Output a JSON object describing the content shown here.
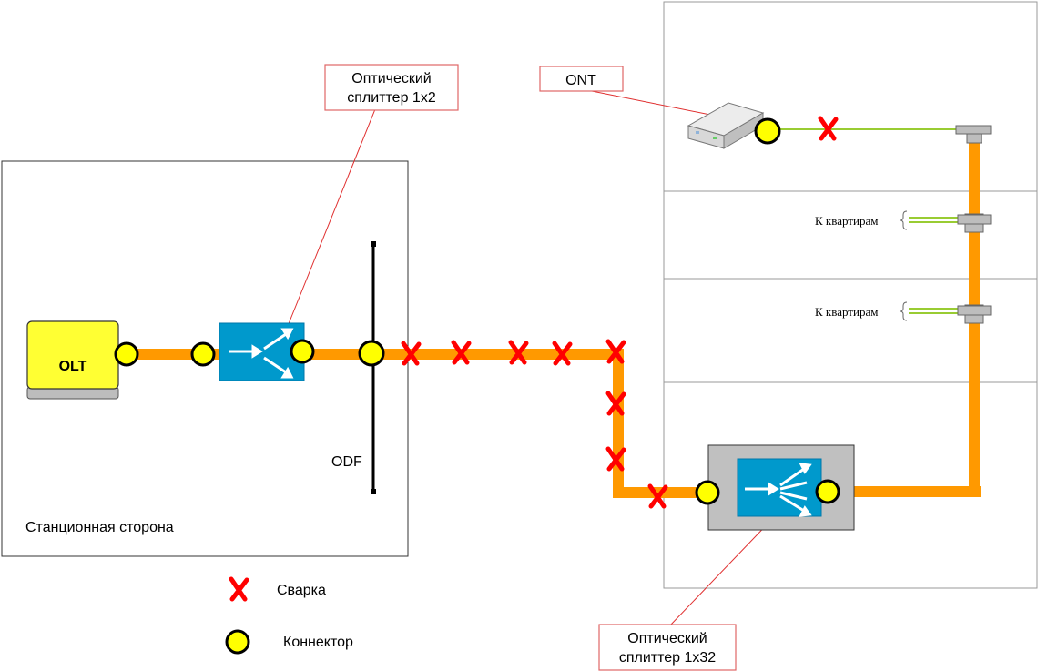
{
  "labels": {
    "olt": "OLT",
    "odf": "ODF",
    "station_side": "Станционная сторона",
    "ont": "ONT",
    "splitter_1x2_line1": "Оптический",
    "splitter_1x2_line2": "сплиттер 1x2",
    "splitter_1x32_line1": "Оптический",
    "splitter_1x32_line2": "сплиттер 1x32",
    "to_apartments_upper": "К квартирам",
    "to_apartments_lower": "К квартирам"
  },
  "legend": {
    "weld": "Сварка",
    "connector": "Коннектор"
  },
  "colors": {
    "trunk_fiber": "#FF9900",
    "drop_fiber": "#99CC33",
    "weld_mark": "#FF0000",
    "connector_fill": "#FFFF00",
    "olt_fill": "#FFFF33",
    "splitter_fill": "#0099CC",
    "splitter_box_fill": "#C0C0C0",
    "callout_border": "#E06666",
    "leader_line": "#E03030"
  },
  "icons": {
    "weld": "red-x-mark",
    "connector": "yellow-circle",
    "splitter": "splitter-arrows",
    "ont": "ont-device-box"
  }
}
